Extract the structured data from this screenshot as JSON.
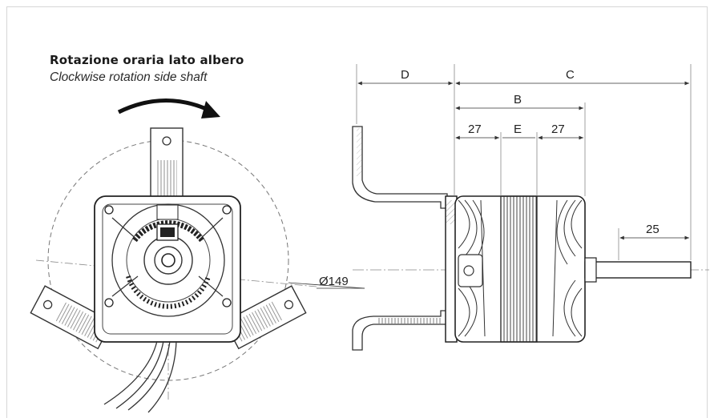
{
  "labels": {
    "rotation_it": "Rotazione oraria lato albero",
    "rotation_en": "Clockwise rotation side shaft"
  },
  "dimensions": {
    "D": "D",
    "C": "C",
    "B": "B",
    "E": "E",
    "left_27": "27",
    "right_27": "27",
    "shaft_25": "25",
    "diameter": "Ø149"
  }
}
